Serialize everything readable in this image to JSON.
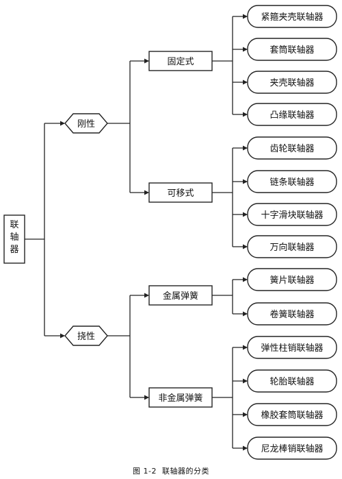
{
  "root": "联轴器",
  "branches": [
    {
      "label": "刚性",
      "groups": [
        {
          "label": "固定式",
          "items": [
            "紧箍夹壳联轴器",
            "套筒联轴器",
            "夹壳联轴器",
            "凸缘联轴器"
          ]
        },
        {
          "label": "可移式",
          "items": [
            "齿轮联轴器",
            "链条联轴器",
            "十字滑块联轴器",
            "万向联轴器"
          ]
        }
      ]
    },
    {
      "label": "挠性",
      "groups": [
        {
          "label": "金属弹簧",
          "items": [
            "簧片联轴器",
            "卷簧联轴器"
          ]
        },
        {
          "label": "非金属弹簧",
          "items": [
            "弹性柱销联轴器",
            "轮胎联轴器",
            "橡胶套筒联轴器",
            "尼龙棒销联轴器"
          ]
        }
      ]
    }
  ],
  "caption": "图 1-2  联轴器的分类"
}
